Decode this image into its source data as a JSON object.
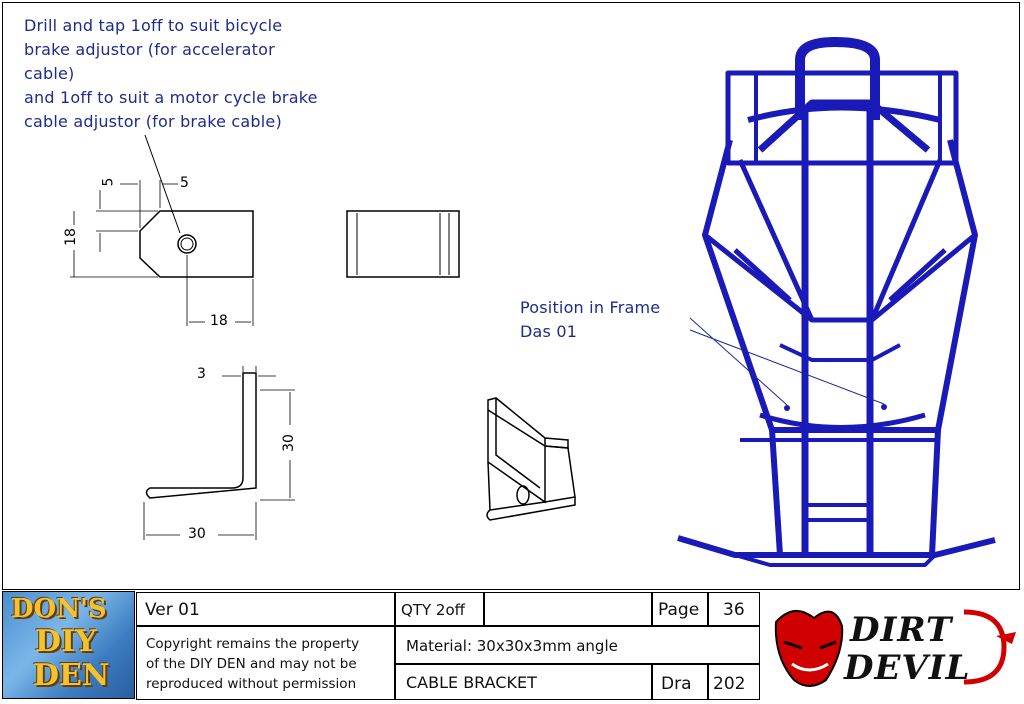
{
  "notes": {
    "drill_lines": [
      "Drill and tap 1off to suit bicycle",
      "brake adjustor (for accelerator",
      "cable)",
      "and 1off to suit a motor cycle brake",
      "cable adjustor (for brake cable)"
    ],
    "position_lines": [
      "Position in Frame",
      "Das 01"
    ]
  },
  "dimensions": {
    "top_left": "5",
    "top_right": "5",
    "height": "18",
    "width": "18",
    "thickness": "3",
    "leg_height": "30",
    "leg_width": "30"
  },
  "title_block": {
    "version": "Ver   01",
    "qty": "QTY 2off",
    "page_label": "Page",
    "page_number": "36",
    "copyright_lines": [
      "Copyright remains the property",
      "of the DIY DEN and may not be",
      "reproduced without permission"
    ],
    "material": "Material: 30x30x3mm angle",
    "part_name": "CABLE BRACKET",
    "dra_label": "Dra",
    "dra_number": "202"
  },
  "logos": {
    "left_lines": [
      "DON'S",
      "DIY",
      "DEN"
    ],
    "right_lines": [
      "DIRT",
      "DEVIL"
    ]
  },
  "colors": {
    "ink": "#1e2a8f",
    "frame": "#1a1ab8",
    "brand_red": "#d10000"
  }
}
